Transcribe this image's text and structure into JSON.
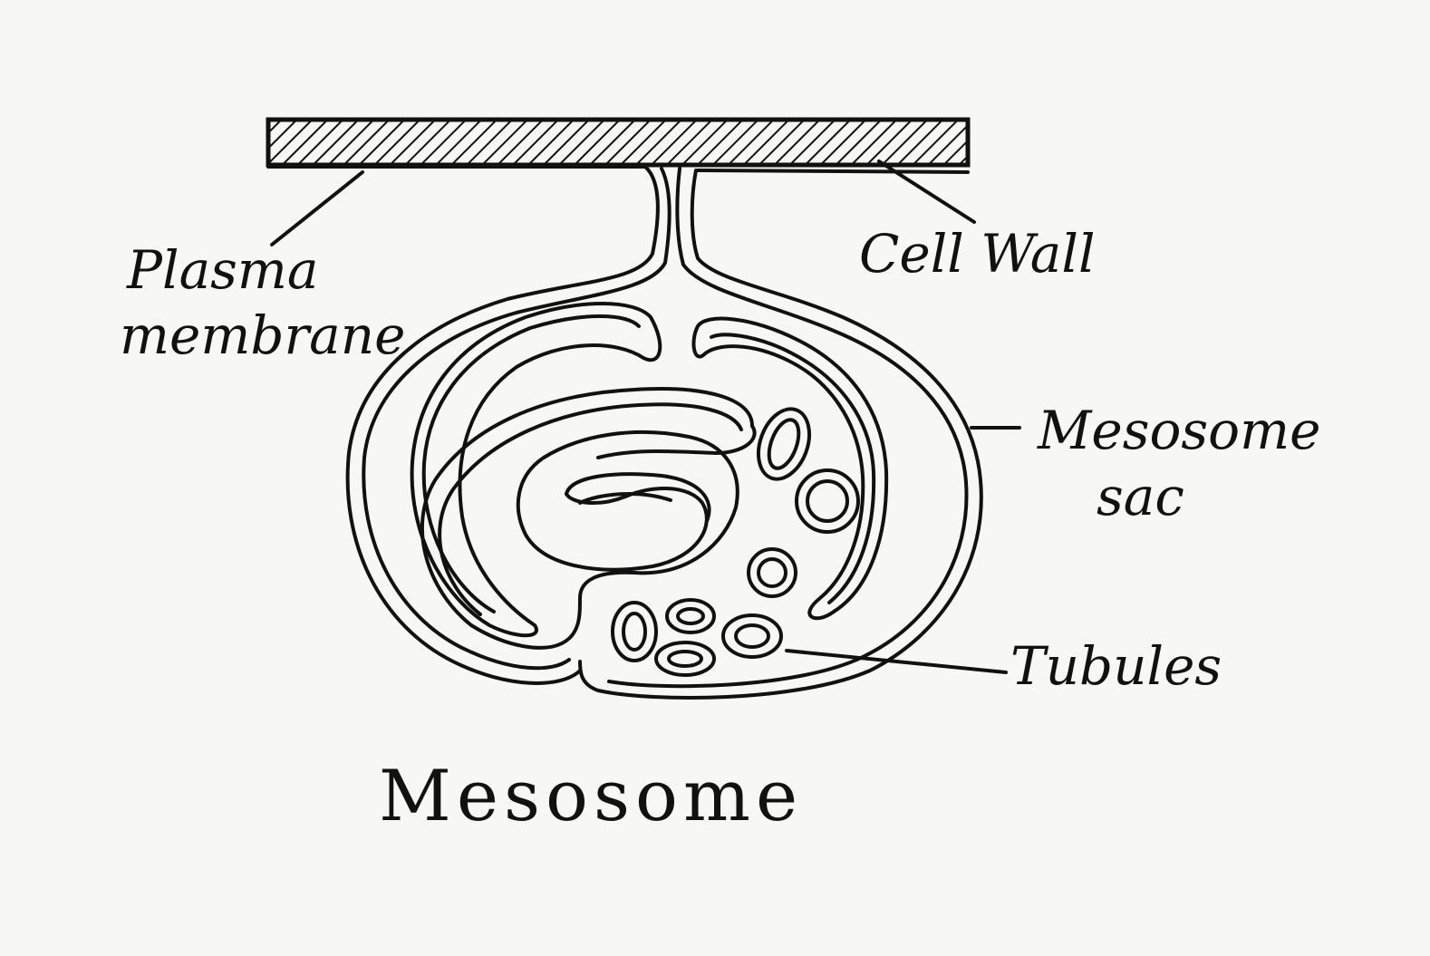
{
  "diagram": {
    "title": "Mesosome",
    "labels": {
      "cell_wall": "Cell Wall",
      "plasma_membrane_line1": "Plasma",
      "plasma_membrane_line2": "membrane",
      "mesosome_sac_line1": "Mesosome",
      "mesosome_sac_line2": "sac",
      "tubules": "Tubules"
    },
    "colors": {
      "ink": "#111111",
      "paper": "#f7f7f5"
    }
  }
}
